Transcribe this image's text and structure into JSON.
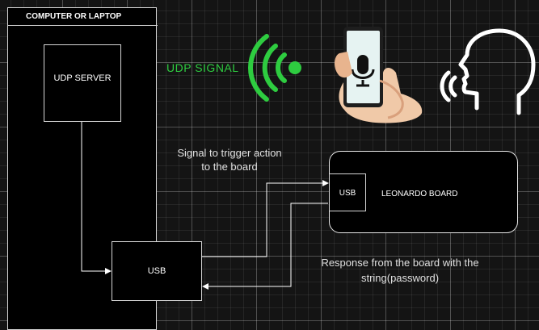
{
  "computer": {
    "title": "COMPUTER OR LAPTOP"
  },
  "udp_server": {
    "label": "UDP SERVER"
  },
  "usb_main": {
    "label": "USB"
  },
  "leonardo": {
    "label": "LEONARDO BOARD",
    "usb_label": "USB"
  },
  "udp_signal": {
    "label": "UDP SIGNAL",
    "color": "#2ecc40"
  },
  "trigger": {
    "text": "Signal to trigger action to the board"
  },
  "response": {
    "text": "Response from the board with the string(password)"
  },
  "icons": [
    "wifi-signal-icon",
    "phone-microphone-icon",
    "speaking-head-icon"
  ]
}
